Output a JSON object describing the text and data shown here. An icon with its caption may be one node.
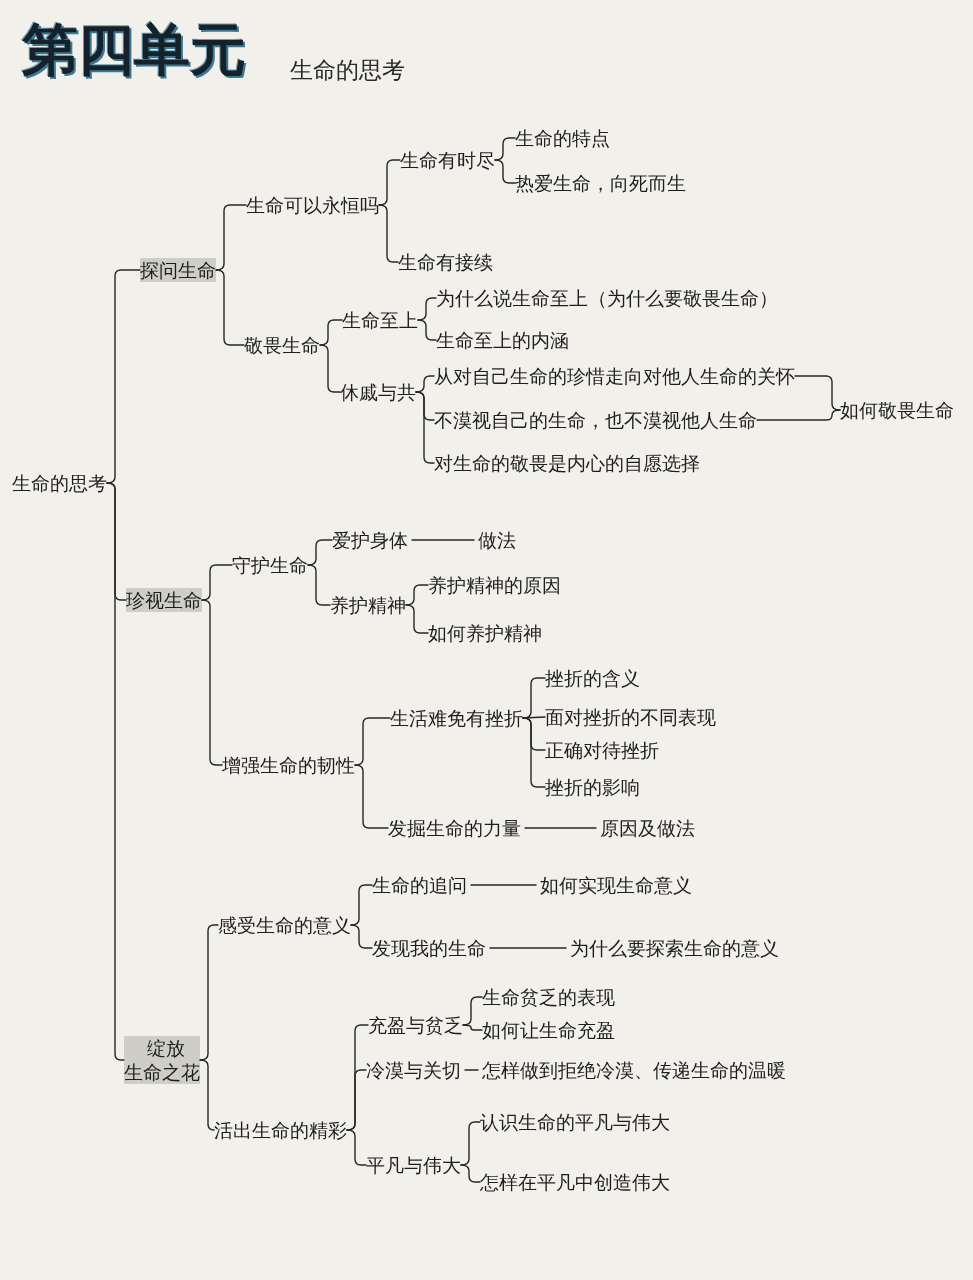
{
  "diagram": {
    "title": "第四单元",
    "nodes": [
      {
        "text": [
          "生命的思考"
        ]
      },
      {
        "text": [
          "探问生命"
        ]
      },
      {
        "text": [
          "生命可以永恒吗"
        ]
      },
      {
        "text": [
          "生命有时尽"
        ]
      },
      {
        "text": [
          "生命的特点"
        ]
      },
      {
        "text": [
          "热爱生命，向死而生"
        ]
      },
      {
        "text": [
          "生命有接续"
        ]
      },
      {
        "text": [
          "敬畏生命"
        ]
      },
      {
        "text": [
          "生命至上"
        ]
      },
      {
        "text": [
          "为什么说生命至上（为什么要敬畏生命）"
        ]
      },
      {
        "text": [
          "生命至上的内涵"
        ]
      },
      {
        "text": [
          "休戚与共"
        ]
      },
      {
        "text": [
          "从对自己生命的珍惜走向对他人生命的关怀"
        ]
      },
      {
        "text": [
          "不漠视自己的生命，也不漠视他人生命"
        ]
      },
      {
        "text": [
          "对生命的敬畏是内心的自愿选择"
        ]
      },
      {
        "text": [
          "如何敬畏生命"
        ]
      },
      {
        "text": [
          "珍视生命"
        ]
      },
      {
        "text": [
          "守护生命"
        ]
      },
      {
        "text": [
          "爱护身体"
        ]
      },
      {
        "text": [
          "做法"
        ]
      },
      {
        "text": [
          "养护精神"
        ]
      },
      {
        "text": [
          "养护精神的原因"
        ]
      },
      {
        "text": [
          "如何养护精神"
        ]
      },
      {
        "text": [
          "增强生命的韧性"
        ]
      },
      {
        "text": [
          "生活难免有挫折"
        ]
      },
      {
        "text": [
          "挫折的含义"
        ]
      },
      {
        "text": [
          "面对挫折的不同表现"
        ]
      },
      {
        "text": [
          "正确对待挫折"
        ]
      },
      {
        "text": [
          "挫折的影响"
        ]
      },
      {
        "text": [
          "发掘生命的力量"
        ]
      },
      {
        "text": [
          "原因及做法"
        ]
      },
      {
        "text": [
          "绽放生命之花"
        ]
      },
      {
        "text": [
          "感受生命的意义"
        ]
      },
      {
        "text": [
          "生命的追问"
        ]
      },
      {
        "text": [
          "如何实现生命意义"
        ]
      },
      {
        "text": [
          "发现我的生命"
        ]
      },
      {
        "text": [
          "为什么要探索生命的意义"
        ]
      },
      {
        "text": [
          "活出生命的精彩"
        ]
      },
      {
        "text": [
          "充盈与贫乏"
        ]
      },
      {
        "text": [
          "生命贫乏的表现"
        ]
      },
      {
        "text": [
          "如何让生命充盈"
        ]
      },
      {
        "text": [
          "冷漠与关切"
        ]
      },
      {
        "text": [
          "怎样做到拒绝冷漠、传递生命的温暖"
        ]
      },
      {
        "text": [
          "平凡与伟大"
        ]
      },
      {
        "text": [
          "认识生命的平凡与伟大"
        ]
      },
      {
        "text": [
          "怎样在平凡中创造伟大"
        ]
      }
    ],
    "edges": [
      {
        "from": 0,
        "to": 1,
        "arrow": "none"
      },
      {
        "from": 0,
        "to": 16,
        "arrow": "none"
      },
      {
        "from": 0,
        "to": 31,
        "arrow": "none"
      },
      {
        "from": 1,
        "to": 2,
        "arrow": "none"
      },
      {
        "from": 1,
        "to": 7,
        "arrow": "none"
      },
      {
        "from": 2,
        "to": 3,
        "arrow": "none"
      },
      {
        "from": 2,
        "to": 6,
        "arrow": "none"
      },
      {
        "from": 3,
        "to": 4,
        "arrow": "none"
      },
      {
        "from": 3,
        "to": 5,
        "arrow": "none"
      },
      {
        "from": 7,
        "to": 8,
        "arrow": "none"
      },
      {
        "from": 7,
        "to": 11,
        "arrow": "none"
      },
      {
        "from": 8,
        "to": 9,
        "arrow": "none"
      },
      {
        "from": 8,
        "to": 10,
        "arrow": "none"
      },
      {
        "from": 11,
        "to": 12,
        "arrow": "none"
      },
      {
        "from": 11,
        "to": 13,
        "arrow": "none"
      },
      {
        "from": 11,
        "to": 14,
        "arrow": "none"
      },
      {
        "from": 12,
        "to": 15,
        "arrow": "none"
      },
      {
        "from": 13,
        "to": 15,
        "arrow": "none"
      },
      {
        "from": 16,
        "to": 17,
        "arrow": "none"
      },
      {
        "from": 16,
        "to": 23,
        "arrow": "none"
      },
      {
        "from": 17,
        "to": 18,
        "arrow": "none"
      },
      {
        "from": 17,
        "to": 20,
        "arrow": "none"
      },
      {
        "from": 18,
        "to": 19,
        "arrow": "none"
      },
      {
        "from": 20,
        "to": 21,
        "arrow": "none"
      },
      {
        "from": 20,
        "to": 22,
        "arrow": "none"
      },
      {
        "from": 23,
        "to": 24,
        "arrow": "none"
      },
      {
        "from": 23,
        "to": 29,
        "arrow": "none"
      },
      {
        "from": 24,
        "to": 25,
        "arrow": "none"
      },
      {
        "from": 24,
        "to": 26,
        "arrow": "none"
      },
      {
        "from": 24,
        "to": 27,
        "arrow": "none"
      },
      {
        "from": 24,
        "to": 28,
        "arrow": "none"
      },
      {
        "from": 29,
        "to": 30,
        "arrow": "none"
      },
      {
        "from": 31,
        "to": 32,
        "arrow": "none"
      },
      {
        "from": 31,
        "to": 37,
        "arrow": "none"
      },
      {
        "from": 32,
        "to": 33,
        "arrow": "none"
      },
      {
        "from": 32,
        "to": 35,
        "arrow": "none"
      },
      {
        "from": 33,
        "to": 34,
        "arrow": "none"
      },
      {
        "from": 35,
        "to": 36,
        "arrow": "none"
      },
      {
        "from": 37,
        "to": 38,
        "arrow": "none"
      },
      {
        "from": 37,
        "to": 41,
        "arrow": "none"
      },
      {
        "from": 37,
        "to": 43,
        "arrow": "none"
      },
      {
        "from": 38,
        "to": 39,
        "arrow": "none"
      },
      {
        "from": 38,
        "to": 40,
        "arrow": "none"
      },
      {
        "from": 41,
        "to": 42,
        "arrow": "none"
      },
      {
        "from": 43,
        "to": 44,
        "arrow": "none"
      },
      {
        "from": 43,
        "to": 45,
        "arrow": "none"
      }
    ],
    "labels": [
      "生命的思考"
    ]
  }
}
